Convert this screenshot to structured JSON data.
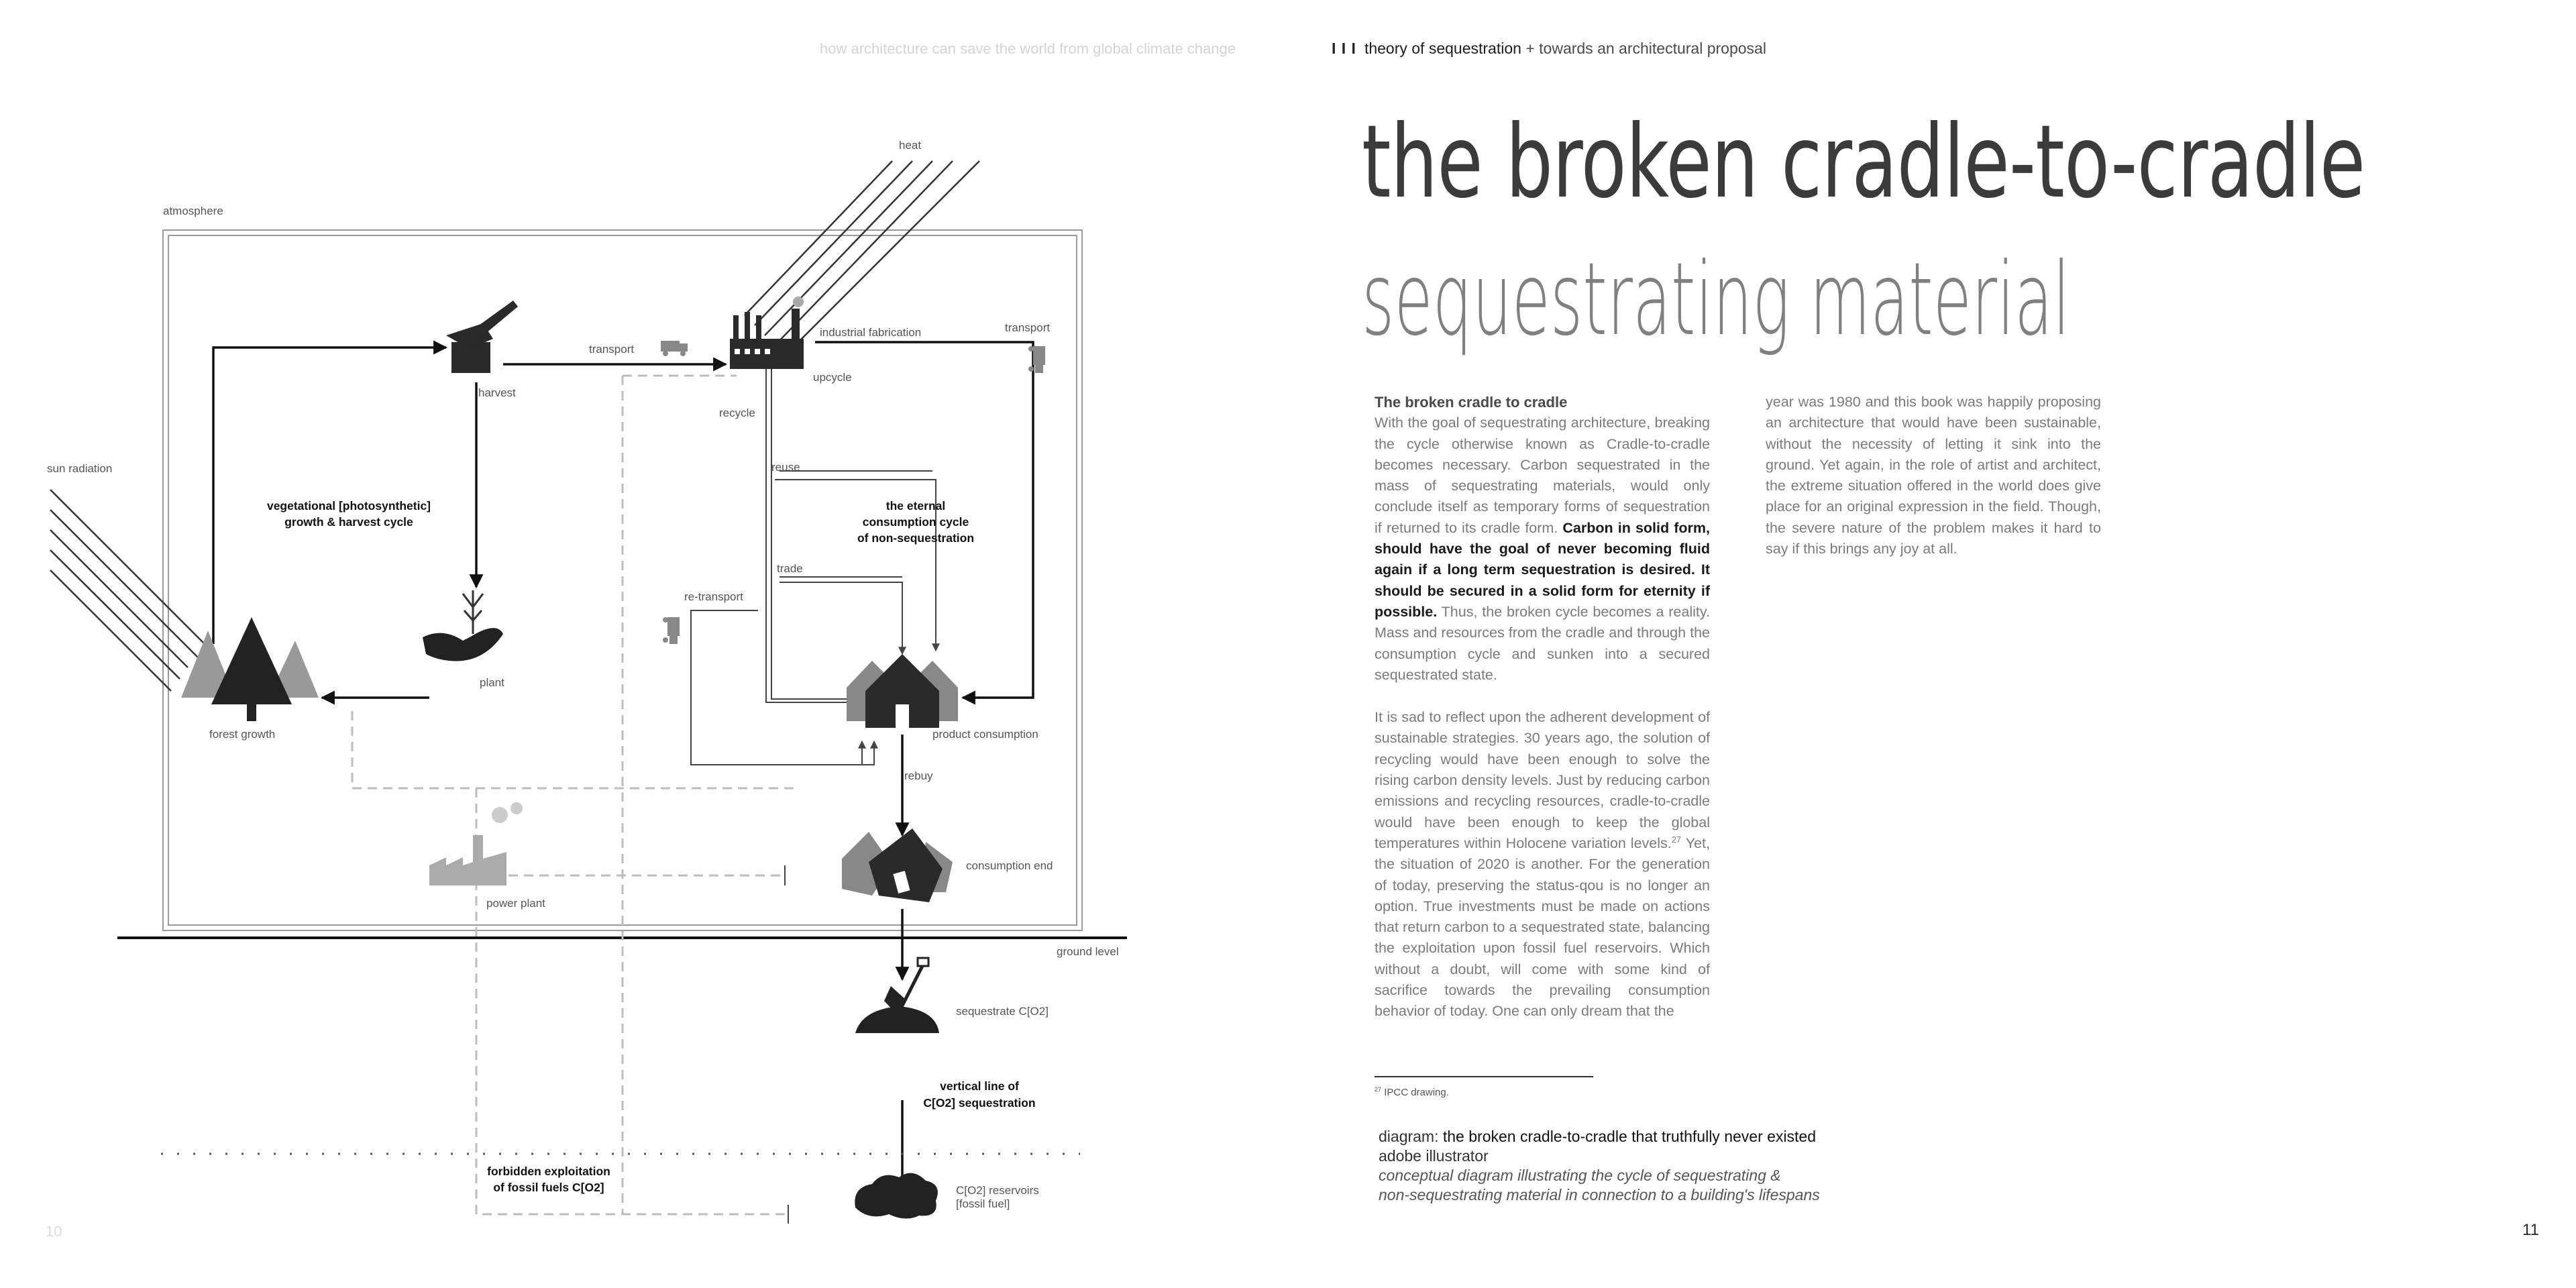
{
  "header": {
    "left_running_title": "how architecture can save the world from global climate change",
    "right_marker": "I I I",
    "right_title_strong": "theory of sequestration",
    "right_title_rest": "+ towards an architectural proposal"
  },
  "page_numbers": {
    "left": "10",
    "right": "11"
  },
  "titles": {
    "main": "the broken cradle-to-cradle",
    "sub": "sequestrating material"
  },
  "body": {
    "heading": "The broken cradle to cradle",
    "p1_intro": "With the goal of sequestrating architecture, breaking the cycle otherwise known as Cradle-to-cradle becomes necessary. Carbon sequestrated in the mass of sequestrating materials, would only conclude itself as temporary forms of sequestration if returned to its cradle form.",
    "p1_emphasis": "Carbon in solid form, should have the goal of never becoming fluid again if a long term sequestration is desired. It should be secured in a solid form for eternity if possible.",
    "p1_end": "Thus, the broken cycle becomes a reality. Mass and resources from the cradle and through the consumption cycle and sunken into a secured sequestrated state.",
    "p2_a": "It is sad to reflect upon the adherent development of sustainable strategies. 30 years ago, the solution of recycling would have been enough to solve the rising carbon density levels. Just by reducing carbon emissions and recycling resources, cradle-to-cradle would have been enough to keep the global temperatures within Holocene variation levels.",
    "p2_footnote_ref": "27",
    "p2_b": "Yet, the situation of 2020 is another. For the generation of today, preserving the status-qou is no longer an option. True investments must be made on actions that return carbon to a sequestrated state, balancing the exploitation upon fossil fuel reservoirs. Which without a doubt, will come with some kind of sacrifice towards the prevailing consumption behavior of today. One can only dream that the",
    "col2": "year was 1980 and this book was happily proposing an architecture that would have been sustainable, without the necessity of letting it sink into the ground. Yet again, in the role of artist and architect, the extreme situation offered in the world does give place for an original expression in the field. Though, the severe nature of the problem makes it hard to say if this brings any joy at all."
  },
  "footnote": {
    "number": "27",
    "text": "IPCC drawing."
  },
  "caption": {
    "prefix": "diagram:",
    "title": "the broken cradle-to-cradle that truthfully never existed",
    "tool": "adobe illustrator",
    "desc_line1": "conceptual diagram illustrating the cycle of sequestrating &",
    "desc_line2": "non-sequestrating material in connection to a building's lifespans"
  },
  "diagram": {
    "labels": {
      "heat": "heat",
      "atmosphere": "atmosphere",
      "sun_radiation": "sun radiation",
      "transport_top": "transport",
      "industrial_fabrication": "industrial fabrication",
      "transport_right": "transport",
      "harvest": "harvest",
      "upcycle": "upcycle",
      "recycle": "recycle",
      "reuse": "reuse",
      "trade": "trade",
      "re_transport": "re-transport",
      "plant": "plant",
      "forest_growth": "forest growth",
      "product_consumption": "product consumption",
      "rebuy": "rebuy",
      "consumption_end": "consumption end",
      "power_plant": "power plant",
      "ground_level": "ground level",
      "sequestrate_co2": "sequestrate C[O2]",
      "co2_reservoirs_1": "C[O2] reservoirs",
      "co2_reservoirs_2": "[fossil fuel]"
    },
    "bold_labels": {
      "growth_1": "vegetational [photosynthetic]",
      "growth_2": "growth & harvest  cycle",
      "eternal_1": "the eternal",
      "eternal_2": "consumption cycle",
      "eternal_3": "of non-sequestration",
      "vertical_1": "vertical line of",
      "vertical_2": "C[O2] sequestration",
      "forbidden_1": "forbidden exploitation",
      "forbidden_2": "of fossil fuels C[O2]"
    },
    "icons": [
      "axe-icon",
      "factory-icon",
      "truck-icon",
      "truck-icon",
      "sprout-hand-icon",
      "forest-icon",
      "house-icon",
      "collapsed-house-icon",
      "power-plant-icon",
      "shovel-icon",
      "oil-blob-icon"
    ],
    "colors": {
      "dark": "#222222",
      "mid": "#777777",
      "light": "#aaaaaa",
      "dashed": "#bdbdbd"
    }
  }
}
